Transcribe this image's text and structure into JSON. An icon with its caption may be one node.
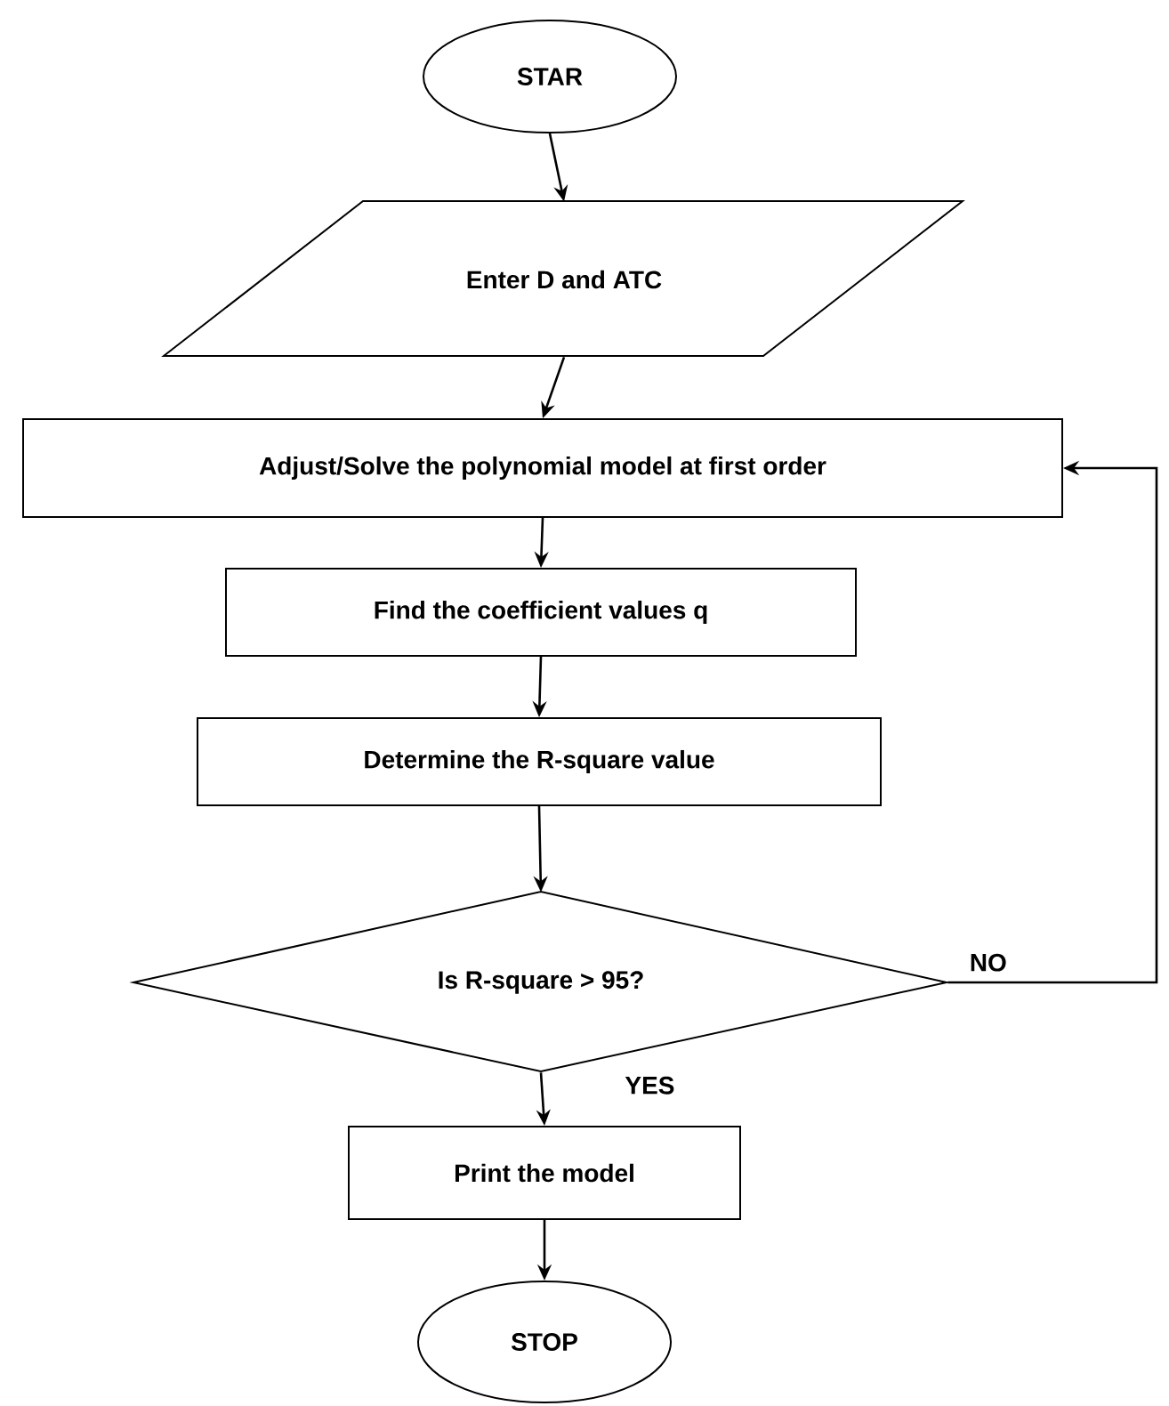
{
  "diagram": {
    "nodes": [
      {
        "text": [
          "STAR"
        ]
      },
      {
        "text": [
          "Enter D and ATC"
        ]
      },
      {
        "text": [
          "Adjust/Solve the polynomial model at first order"
        ]
      },
      {
        "text": [
          "Find the coefficient values q"
        ]
      },
      {
        "text": [
          "Determine the R-square value"
        ]
      },
      {
        "text": [
          "Is R-square > 95?"
        ]
      },
      {
        "text": [
          "Print the model"
        ]
      },
      {
        "text": [
          "STOP"
        ]
      }
    ],
    "edges": [
      {
        "from": 0,
        "to": 1,
        "arrow": "to"
      },
      {
        "from": 1,
        "to": 2,
        "arrow": "to"
      },
      {
        "from": 2,
        "to": 3,
        "arrow": "to"
      },
      {
        "from": 3,
        "to": 4,
        "arrow": "to"
      },
      {
        "from": 4,
        "to": 5,
        "arrow": "to"
      },
      {
        "from": 5,
        "to": 6,
        "arrow": "to",
        "label": "YES"
      },
      {
        "from": 5,
        "to": 2,
        "arrow": "to",
        "label": "NO"
      },
      {
        "from": 6,
        "to": 7,
        "arrow": "to"
      }
    ]
  }
}
